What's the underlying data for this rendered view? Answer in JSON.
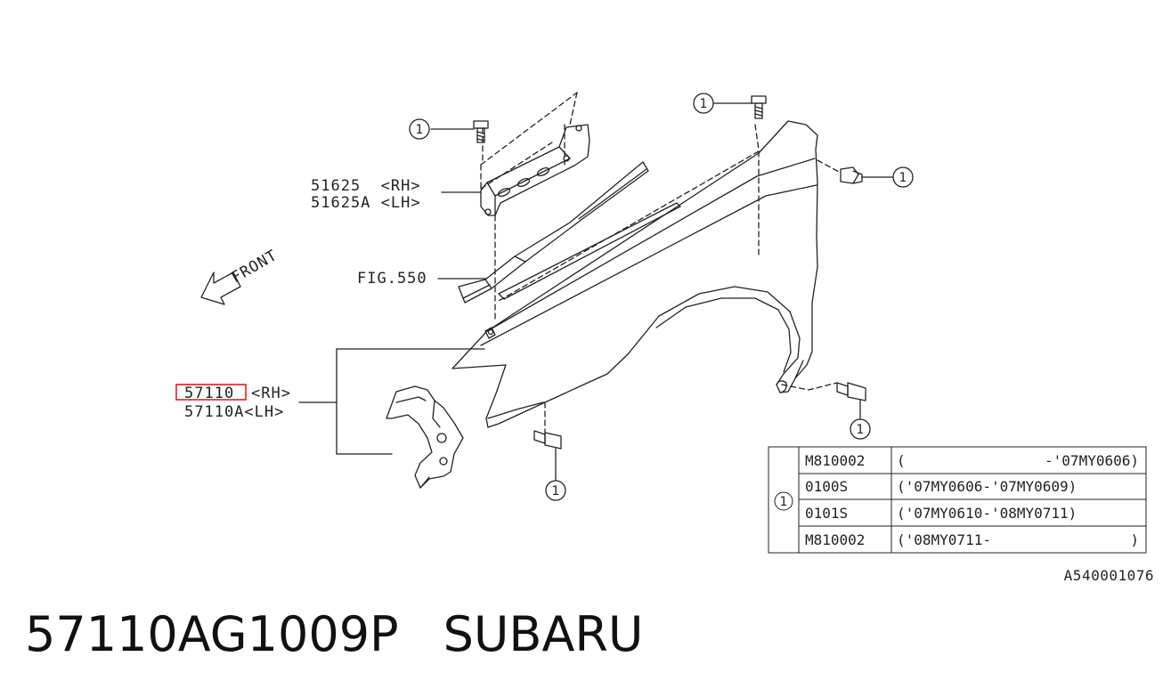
{
  "diagram_code": "A540001076",
  "callout": "1",
  "labels": {
    "bracket_rh": "51625  <RH>",
    "bracket_lh": "51625A <LH>",
    "fig_ref": "FIG.550",
    "front": "FRONT",
    "fender_rh_part": "57110",
    "fender_rh_side": "<RH>",
    "fender_lh": "57110A<LH>"
  },
  "bolt_table": {
    "callout": "1",
    "rows": [
      {
        "part": "M810002",
        "period_start": "(",
        "period_end": "-'07MY0606)"
      },
      {
        "part": "0100S",
        "period_start": "('07MY0606-'07MY0609)",
        "period_end": ""
      },
      {
        "part": "0101S",
        "period_start": "('07MY0610-'08MY0711)",
        "period_end": ""
      },
      {
        "part": "M810002",
        "period_start": "('08MY0711-",
        "period_end": ")"
      }
    ]
  },
  "footer": {
    "part_number": "57110AG1009P",
    "brand": "SUBARU"
  },
  "colors": {
    "highlight": "#e02020",
    "ink": "#222222"
  }
}
